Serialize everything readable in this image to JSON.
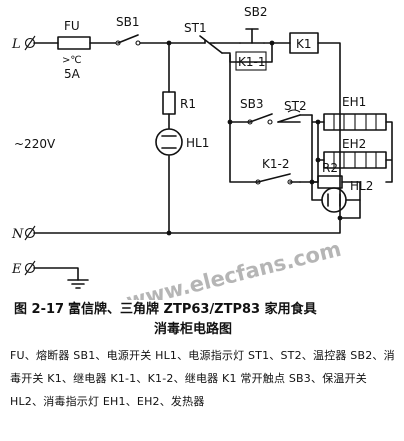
{
  "diagram": {
    "labels": {
      "terminal_L": "L",
      "terminal_N": "N",
      "terminal_E": "E",
      "fuse": "FU",
      "fuse_temp": ">℃",
      "fuse_rating": "5A",
      "supply": "~220V",
      "sb1": "SB1",
      "st1": "ST1",
      "sb2": "SB2",
      "k1_coil": "K1",
      "k1_1": "K1-1",
      "r1": "R1",
      "hl1": "HL1",
      "sb3": "SB3",
      "st2": "ST2",
      "eh1": "EH1",
      "eh2": "EH2",
      "k1_2": "K1-2",
      "r2": "R2",
      "hl2": "HL2"
    },
    "watermark": "www.elecfans.com"
  },
  "caption": {
    "number": "图 2-17",
    "title": "富信牌、三角牌 ZTP63/ZTP83 家用食具",
    "title_line2": "消毒柜电路图"
  },
  "legend": {
    "text": "FU、熔断器  SB1、电源开关  HL1、电源指示灯  ST1、ST2、温控器  SB2、消毒开关  K1、继电器  K1-1、K1-2、继电器 K1 常开触点  SB3、保温开关  HL2、消毒指示灯  EH1、EH2、发热器"
  }
}
